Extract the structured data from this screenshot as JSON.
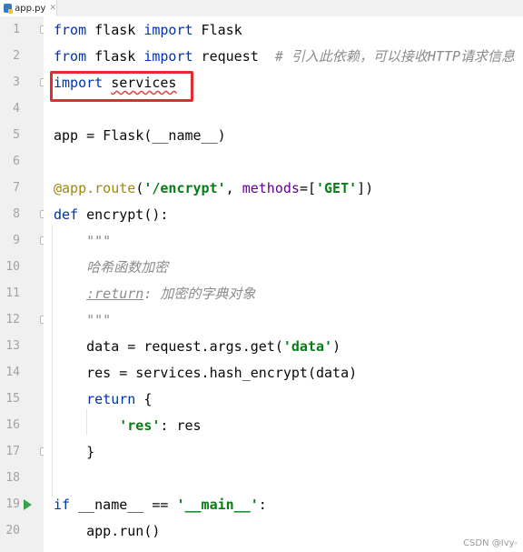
{
  "tab": {
    "filename": "app.py",
    "close_glyph": "✕",
    "icon": "python-file-icon"
  },
  "watermark": "CSDN @Ivy-",
  "colors": {
    "keyword": "#0033b3",
    "string": "#067d17",
    "comment": "#8c8c8c",
    "highlight": "#e52b2b",
    "run": "#3aa14e"
  },
  "lines": [
    {
      "num": "1",
      "tokens": [
        [
          "k",
          "from"
        ],
        [
          "t",
          " flask "
        ],
        [
          "k",
          "import"
        ],
        [
          "t",
          " Flask"
        ]
      ]
    },
    {
      "num": "2",
      "tokens": [
        [
          "k",
          "from"
        ],
        [
          "t",
          " flask "
        ],
        [
          "k",
          "import"
        ],
        [
          "t",
          " request  "
        ],
        [
          "c",
          "# 引入此依赖，可以接收HTTP请求信息"
        ]
      ]
    },
    {
      "num": "3",
      "tokens": [
        [
          "k",
          "import"
        ],
        [
          "t",
          " "
        ],
        [
          "warn",
          "services"
        ]
      ]
    },
    {
      "num": "4",
      "tokens": []
    },
    {
      "num": "5",
      "tokens": [
        [
          "t",
          "app = Flask(__name__)"
        ]
      ]
    },
    {
      "num": "6",
      "tokens": []
    },
    {
      "num": "7",
      "tokens": [
        [
          "deco",
          "@app.route"
        ],
        [
          "t",
          "("
        ],
        [
          "s",
          "'/encrypt'"
        ],
        [
          "t",
          ", "
        ],
        [
          "param",
          "methods"
        ],
        [
          "t",
          "=["
        ],
        [
          "s",
          "'GET'"
        ],
        [
          "t",
          "])"
        ]
      ]
    },
    {
      "num": "8",
      "tokens": [
        [
          "k",
          "def"
        ],
        [
          "t",
          " encrypt():"
        ]
      ]
    },
    {
      "num": "9",
      "tokens": [
        [
          "doc",
          "    \"\"\""
        ]
      ]
    },
    {
      "num": "10",
      "tokens": [
        [
          "doc",
          "    哈希函数加密"
        ]
      ]
    },
    {
      "num": "11",
      "tokens": [
        [
          "t",
          "    "
        ],
        [
          "doc-tag",
          ":return"
        ],
        [
          "doc",
          ": 加密的字典对象"
        ]
      ]
    },
    {
      "num": "12",
      "tokens": [
        [
          "doc",
          "    \"\"\""
        ]
      ]
    },
    {
      "num": "13",
      "tokens": [
        [
          "t",
          "    data = request.args.get("
        ],
        [
          "s",
          "'data'"
        ],
        [
          "t",
          ")"
        ]
      ]
    },
    {
      "num": "14",
      "tokens": [
        [
          "t",
          "    res = services.hash_encrypt(data)"
        ]
      ]
    },
    {
      "num": "15",
      "tokens": [
        [
          "t",
          "    "
        ],
        [
          "k",
          "return"
        ],
        [
          "t",
          " {"
        ]
      ]
    },
    {
      "num": "16",
      "tokens": [
        [
          "t",
          "        "
        ],
        [
          "s",
          "'res'"
        ],
        [
          "t",
          ": res"
        ]
      ]
    },
    {
      "num": "17",
      "tokens": [
        [
          "t",
          "    }"
        ]
      ]
    },
    {
      "num": "18",
      "tokens": []
    },
    {
      "num": "19",
      "tokens": [
        [
          "k",
          "if"
        ],
        [
          "t",
          " __name__ == "
        ],
        [
          "s",
          "'__main__'"
        ],
        [
          "t",
          ":"
        ]
      ]
    },
    {
      "num": "20",
      "tokens": [
        [
          "t",
          "    app.run()"
        ]
      ]
    }
  ]
}
